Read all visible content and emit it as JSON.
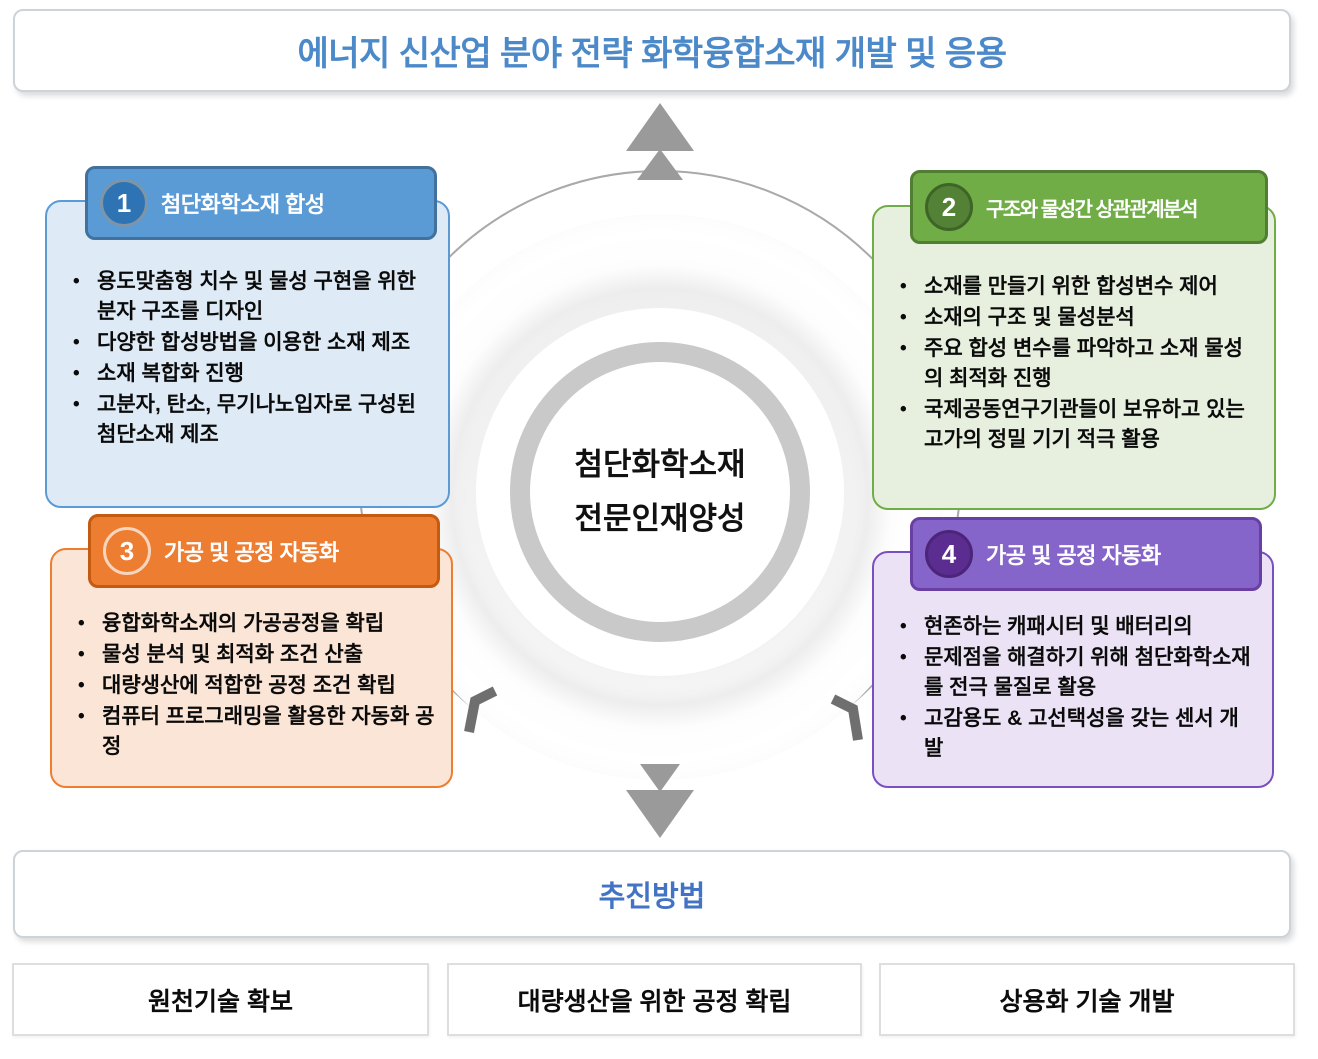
{
  "title": "에너지 신산업 분야 전략 화학융합소재 개발 및 응용",
  "center": {
    "line1": "첨단화학소재",
    "line2": "전문인재양성"
  },
  "quadrants": [
    {
      "number": "1",
      "heading": "첨단화학소재 합성",
      "bullets": [
        "용도맞춤형 치수 및 물성 구현을 위한 분자 구조를 디자인",
        "다양한 합성방법을 이용한 소재 제조",
        "소재 복합화 진행",
        "고분자, 탄소, 무기나노입자로 구성된 첨단소재 제조"
      ],
      "colors": {
        "header": "#5B9BD5",
        "header_border": "#41719C",
        "badge": "#2E74B5",
        "badge_ring": "#7D95A8",
        "body": "#DEEAF6",
        "body_border": "#5B9BD5"
      }
    },
    {
      "number": "2",
      "heading": "구조와 물성간 상관관계분석",
      "bullets": [
        "소재를 만들기 위한 합성변수 제어",
        "소재의 구조 및 물성분석",
        "주요 합성 변수를 파악하고 소재 물성의 최적화 진행",
        "국제공동연구기관들이 보유하고 있는 고가의 정밀 기기 적극 활용"
      ],
      "colors": {
        "header": "#70AD47",
        "header_border": "#507E32",
        "badge": "#538135",
        "badge_ring": "#3E6527",
        "body": "#E7EFDF",
        "body_border": "#70AD47"
      }
    },
    {
      "number": "3",
      "heading": "가공 및 공정 자동화",
      "bullets": [
        "융합화학소재의 가공공정을 확립",
        "물성 분석 및 최적화 조건 산출",
        "대량생산에 적합한 공정 조건 확립",
        "컴퓨터 프로그래밍을 활용한 자동화 공정"
      ],
      "colors": {
        "header": "#ED7D31",
        "header_border": "#C55A11",
        "badge": "#ED7D31",
        "badge_ring": "#F6D5BC",
        "body": "#FBE5D6",
        "body_border": "#ED7D31"
      }
    },
    {
      "number": "4",
      "heading": "가공 및 공정 자동화",
      "bullets": [
        "현존하는 캐패시터 및 배터리의",
        "문제점을 해결하기 위해 첨단화학소재를 전극 물질로 활용",
        "고감용도 & 고선택성을 갖는 센서 개발"
      ],
      "colors": {
        "header": "#8565C9",
        "header_border": "#6A3FA3",
        "badge": "#5B2D90",
        "badge_ring": "#4C2478",
        "body": "#EBE3F5",
        "body_border": "#7A4FC2"
      }
    }
  ],
  "method": {
    "title": "추진방법",
    "steps": [
      "원천기술 확보",
      "대량생산을 위한 공정 확립",
      "상용화 기술 개발"
    ]
  },
  "icons": {
    "up_arrow": "double-triangle-up",
    "down_arrow": "double-triangle-down",
    "rotate_left": "chevron-arrowhead-left",
    "rotate_right": "chevron-arrowhead-right"
  },
  "colors": {
    "title_text": "#4B89C9",
    "method_text": "#4273C5",
    "banner_border": "#CCD3D9",
    "step_border": "#DEDEDE",
    "ring_gray": "#C9C9C9",
    "arc_gray": "#A9A9A9",
    "arrow_gray": "#9A9A9A",
    "center_text": "#111111"
  }
}
